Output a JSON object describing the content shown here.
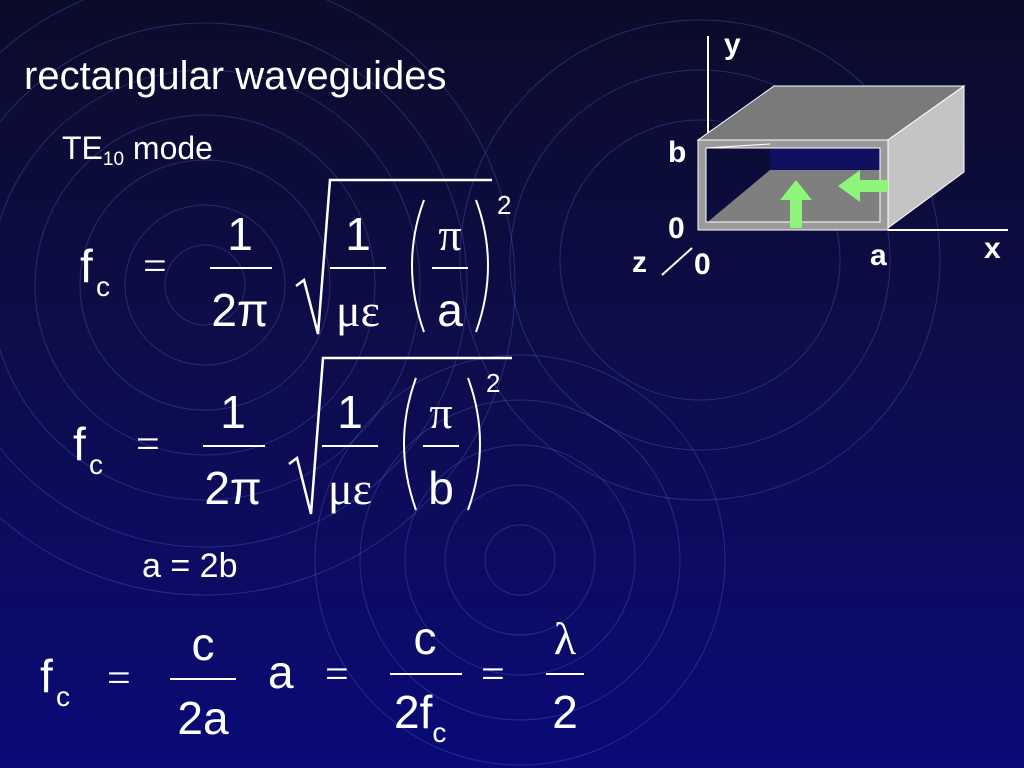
{
  "title": "rectangular waveguides",
  "subtitle": {
    "prefix": "TE",
    "subscript": "10",
    "suffix": " mode"
  },
  "relation": "a = 2b",
  "equations": {
    "eq1": {
      "lhs": "f",
      "lhs_sub": "c",
      "eq": "=",
      "n1": "1",
      "d1": "2π",
      "n2": "1",
      "d2": "με",
      "n3": "π",
      "d3": "a",
      "power": "2"
    },
    "eq2": {
      "lhs": "f",
      "lhs_sub": "c",
      "eq": "=",
      "n1": "1",
      "d1": "2π",
      "n2": "1",
      "d2": "με",
      "n3": "π",
      "d3": "b",
      "power": "2"
    },
    "eq3": {
      "lhs": "f",
      "lhs_sub": "c",
      "eq1": "=",
      "n1": "c",
      "d1": "2a",
      "var": "a",
      "eq2": "=",
      "n2": "c",
      "d2": "2f",
      "d2_sub": "c",
      "eq3": "=",
      "n3": "λ",
      "d3": "2"
    }
  },
  "diagram": {
    "axis_y": "y",
    "axis_x": "x",
    "axis_z": "z",
    "label_b": "b",
    "label_a": "a",
    "label_zero_y": "0",
    "label_zero_x": "0",
    "colors": {
      "face_top": "#7a7a7a",
      "face_front": "#9a9a9a",
      "face_side": "#c4c4c4",
      "floor": "#7f7f7f",
      "arrow": "#8cf57a"
    }
  }
}
